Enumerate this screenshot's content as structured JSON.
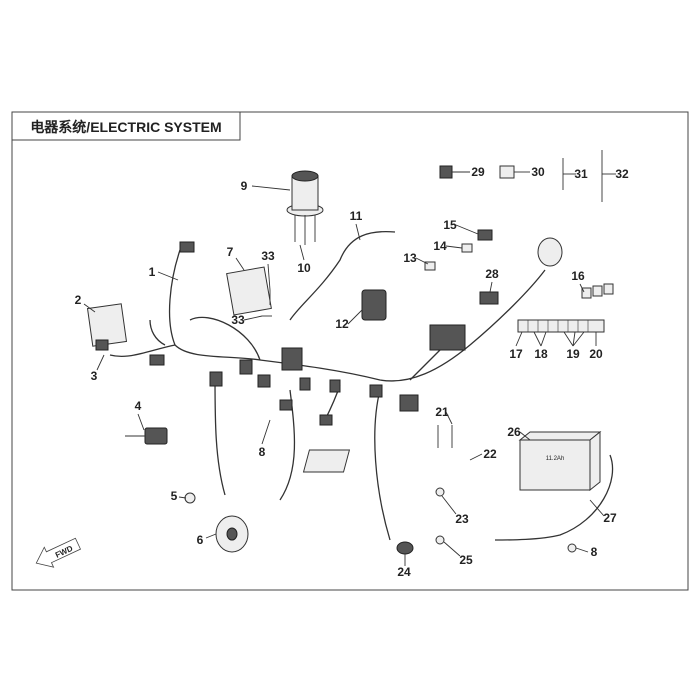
{
  "title": "电器系统/ELECTRIC SYSTEM",
  "direction_arrow": "FWD",
  "battery_text": "11.2Ah",
  "callouts": [
    "1",
    "2",
    "3",
    "4",
    "5",
    "6",
    "7",
    "8",
    "9",
    "10",
    "11",
    "12",
    "13",
    "14",
    "15",
    "16",
    "17",
    "18",
    "19",
    "20",
    "21",
    "22",
    "23",
    "24",
    "25",
    "26",
    "27",
    "28",
    "29",
    "30",
    "31",
    "32",
    "33",
    "33",
    "8"
  ]
}
